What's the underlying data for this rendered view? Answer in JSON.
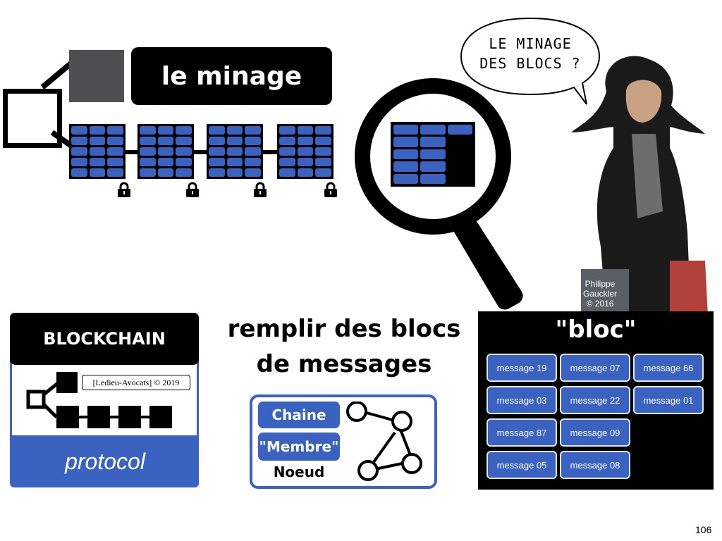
{
  "header": {
    "title": "le minage"
  },
  "speech_bubble": {
    "line1": "LE MINAGE",
    "line2": "DES BLOCS ?"
  },
  "credit": {
    "line1": "Philippe",
    "line2": "Gauckler",
    "line3": "© 2016"
  },
  "bloc_panel": {
    "title": "\"bloc\"",
    "messages": [
      "message 19",
      "message 07",
      "message 66",
      "message 03",
      "message 22",
      "message 01",
      "message 87",
      "message 09",
      "message 05",
      "message 08"
    ]
  },
  "blockchain_card": {
    "title": "BLOCKCHAIN",
    "copyright": "[Ledieu-Avocats] © 2019",
    "footer": "protocol"
  },
  "center_text": {
    "line1": "remplir des blocs",
    "line2": "de messages"
  },
  "network_card": {
    "chaine": "Chaine",
    "membre": "\"Membre\"",
    "noeud": "Noeud"
  },
  "page_number": "106",
  "colors": {
    "accent_blue": "#3a62c1",
    "black": "#000000",
    "gray": "#4f4f52"
  },
  "icons": [
    "lock-icon",
    "magnifier-icon",
    "speech-bubble-icon",
    "network-icon"
  ]
}
